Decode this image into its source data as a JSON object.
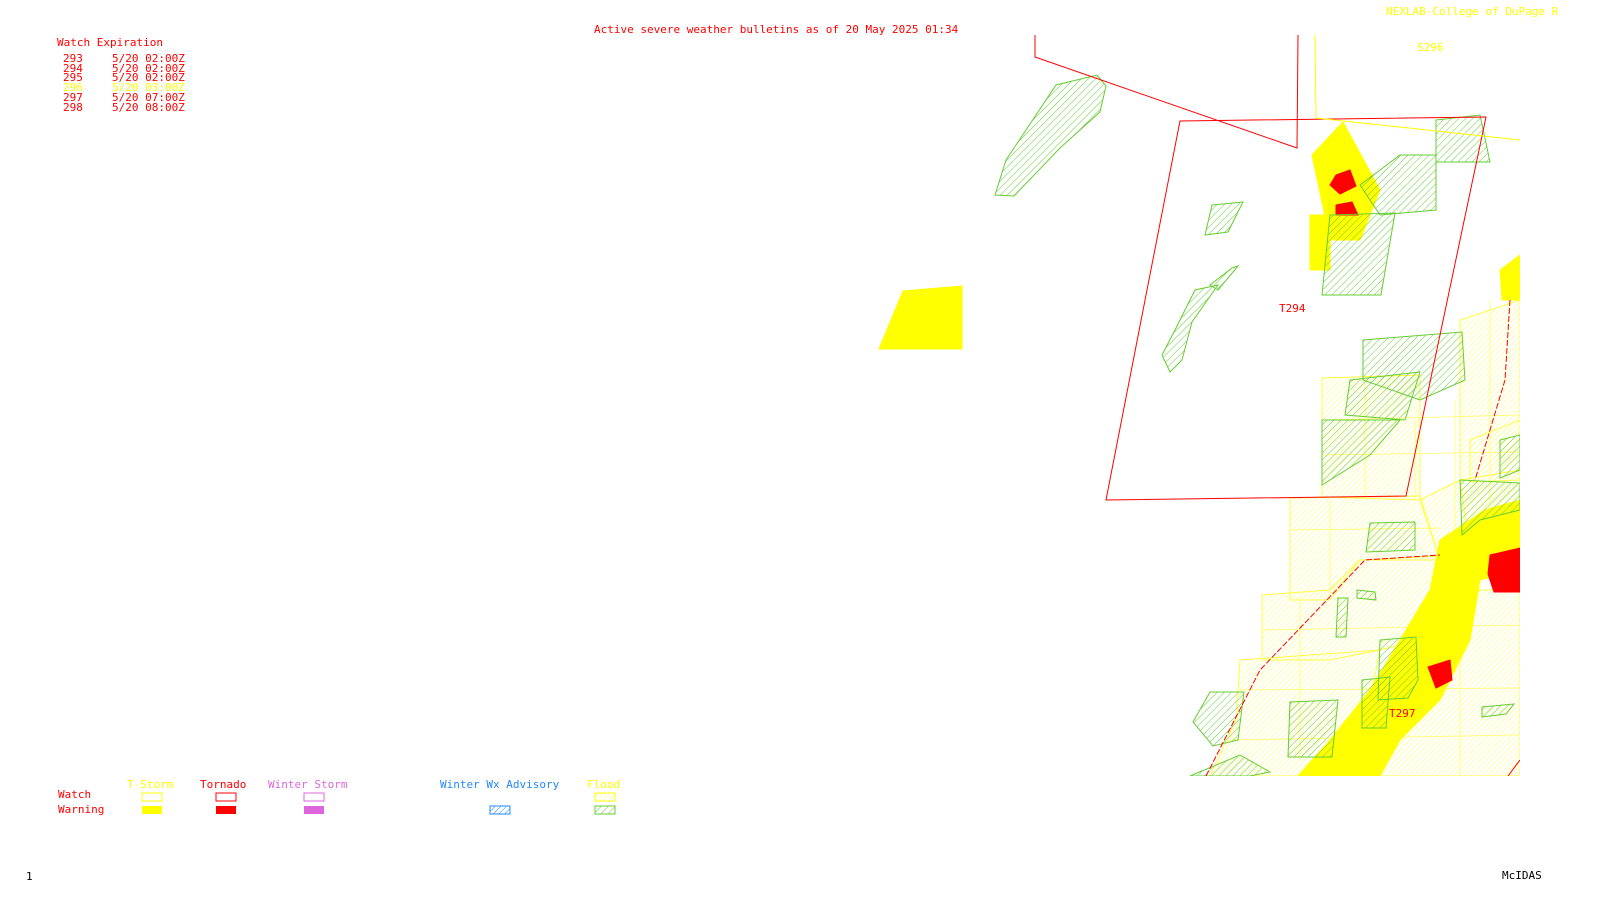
{
  "header": {
    "title": "Active severe weather bulletins as of 20 May 2025 01:34",
    "credit": "NEXLAB-College of DuPage R"
  },
  "watch_list": {
    "heading": "Watch Expiration",
    "items": [
      {
        "num": "293",
        "exp": "5/20 02:00Z",
        "color": "#ff0000"
      },
      {
        "num": "294",
        "exp": "5/20 02:00Z",
        "color": "#ff0000"
      },
      {
        "num": "295",
        "exp": "5/20 02:00Z",
        "color": "#ff0000"
      },
      {
        "num": "296",
        "exp": "5/20 03:00Z",
        "color": "#ffff00"
      },
      {
        "num": "297",
        "exp": "5/20 07:00Z",
        "color": "#ff0000"
      },
      {
        "num": "298",
        "exp": "5/20 08:00Z",
        "color": "#ff0000"
      }
    ]
  },
  "map_labels": {
    "s296": "S296",
    "t294": "T294",
    "t297": "T297"
  },
  "legend": {
    "row_watch": "Watch",
    "row_warning": "Warning",
    "tstorm": "T-Storm",
    "tornado": "Tornado",
    "winter_storm": "Winter Storm",
    "winter_wx": "Winter Wx Advisory",
    "flood": "Flood",
    "colors": {
      "tstorm": "#ffff00",
      "tornado": "#ff0000",
      "winter": "#dd66dd",
      "advisory": "#2288ff",
      "flood": "#66cc33"
    }
  },
  "footer": {
    "frame": "1",
    "brand": "McIDAS"
  }
}
